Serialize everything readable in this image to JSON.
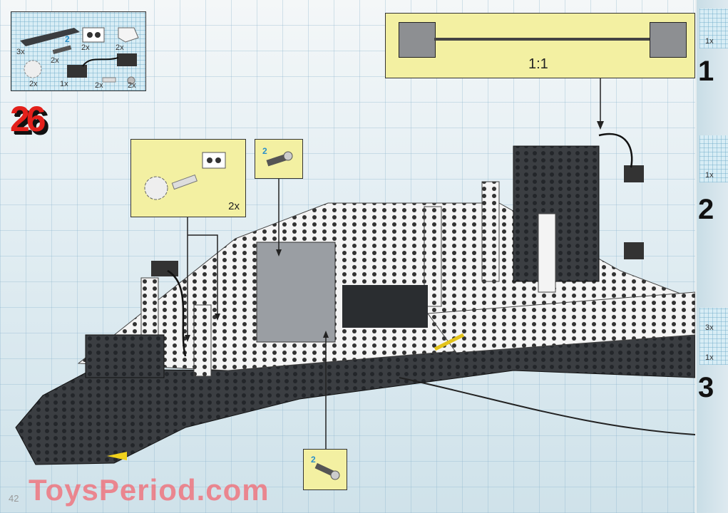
{
  "step": {
    "number": "26"
  },
  "parts_list": {
    "items": [
      {
        "name": "plate-1x6-dark-gray",
        "qty": "3x"
      },
      {
        "name": "axle-2",
        "qty": "2x",
        "length_label": "2"
      },
      {
        "name": "brick-1x2-with-holes",
        "qty": "2x"
      },
      {
        "name": "slope-brick-white",
        "qty": "2x"
      },
      {
        "name": "gear-16-tooth",
        "qty": "2x"
      },
      {
        "name": "motor-wire-with-plates",
        "qty": "1x"
      },
      {
        "name": "axle-pin",
        "qty": "2x"
      },
      {
        "name": "bush",
        "qty": "2x"
      }
    ]
  },
  "callouts": {
    "gear_assembly": {
      "qty": "2x"
    },
    "axle_top": {
      "length_label": "2"
    },
    "wire_scale": {
      "label": "1:1"
    },
    "axle_bottom": {
      "length_label": "2"
    }
  },
  "right_page": {
    "steps": [
      {
        "number": "1",
        "parts": [
          "1x"
        ]
      },
      {
        "number": "2",
        "parts": [
          "1x"
        ]
      },
      {
        "number": "3",
        "parts": [
          "3x",
          "1x"
        ]
      }
    ]
  },
  "page_number": "42",
  "watermark": "ToysPeriod.com",
  "colors": {
    "callout_bg": "#f3f0a2",
    "step_number": "#e3201b",
    "grid_bg": "#d8edf5",
    "watermark": "#f06e78"
  }
}
